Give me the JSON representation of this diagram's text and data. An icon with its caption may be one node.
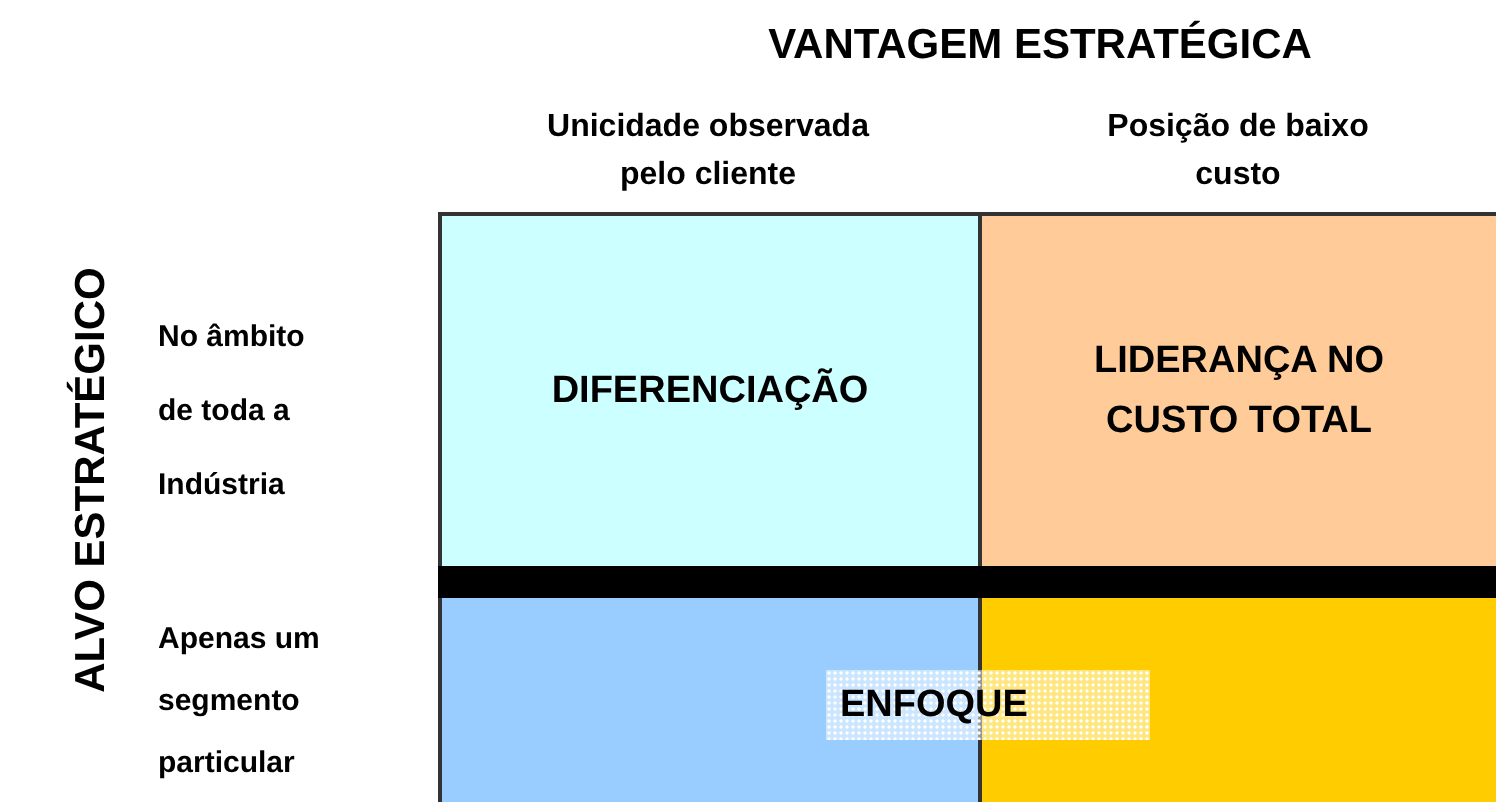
{
  "diagram": {
    "title": "VANTAGEM ESTRATÉGICA",
    "nodes": [
      {
        "text": [
          "DIFERENCIAÇÃO"
        ]
      },
      {
        "text": [
          "LIDERANÇA NO CUSTO TOTAL"
        ]
      },
      {
        "text": [],
        "shape": "bar"
      },
      {
        "text": [],
        "shape": "box"
      },
      {
        "text": [],
        "shape": "box"
      },
      {
        "text": [
          "ENFOQUE"
        ]
      }
    ],
    "labels": [
      "Unicidade observada pelo cliente",
      "Posição de baixo custo",
      "ALVO ESTRATÉGICO",
      "No âmbito de toda a Indústria",
      "Apenas um segmento particular"
    ]
  }
}
